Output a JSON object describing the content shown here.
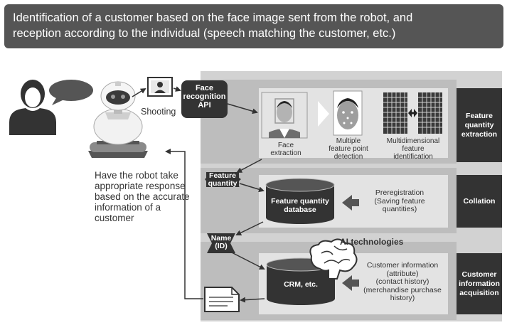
{
  "header": {
    "line1": "Identification of a customer based on the face image sent from the robot, and",
    "line2": "reception according to the individual (speech matching the customer, etc.)"
  },
  "robot": {
    "shooting_label": "Shooting",
    "response_text": "Have the robot take appropriate response based on the accurate information of a customer"
  },
  "face_api": {
    "line1": "Face",
    "line2": "recognition",
    "line3": "API"
  },
  "extraction": {
    "face_extraction_line1": "Face",
    "face_extraction_line2": "extraction",
    "feature_point_line1": "Multiple",
    "feature_point_line2": "feature point",
    "feature_point_line3": "detection",
    "multidim_line1": "Multidimensional",
    "multidim_line2": "feature",
    "multidim_line3": "identification"
  },
  "tags": {
    "feature_line1": "Feature",
    "feature_line2": "quantity",
    "name_line1": "Name",
    "name_line2": "(ID)"
  },
  "collation": {
    "db_line1": "Feature quantity",
    "db_line2": "database",
    "prereg_line1": "Preregistration",
    "prereg_line2": "(Saving feature",
    "prereg_line3": "quantities)"
  },
  "acquisition": {
    "ai_technologies": "AI technologies",
    "crm_label": "CRM, etc.",
    "info_line1": "Customer information",
    "info_line2": "(attribute)",
    "info_line3": "(contact history)",
    "info_line4": "(merchandise purchase",
    "info_line5": "history)"
  },
  "side_labels": {
    "extraction_line1": "Feature",
    "extraction_line2": "quantity",
    "extraction_line3": "extraction",
    "collation": "Collation",
    "acquisition_line1": "Customer",
    "acquisition_line2": "information",
    "acquisition_line3": "acquisition"
  },
  "colors": {
    "banner": "#555555",
    "dark_box": "#333333",
    "panel": "#d2d2d2",
    "band": "#bdbdbd",
    "inner": "#e3e3e3"
  }
}
